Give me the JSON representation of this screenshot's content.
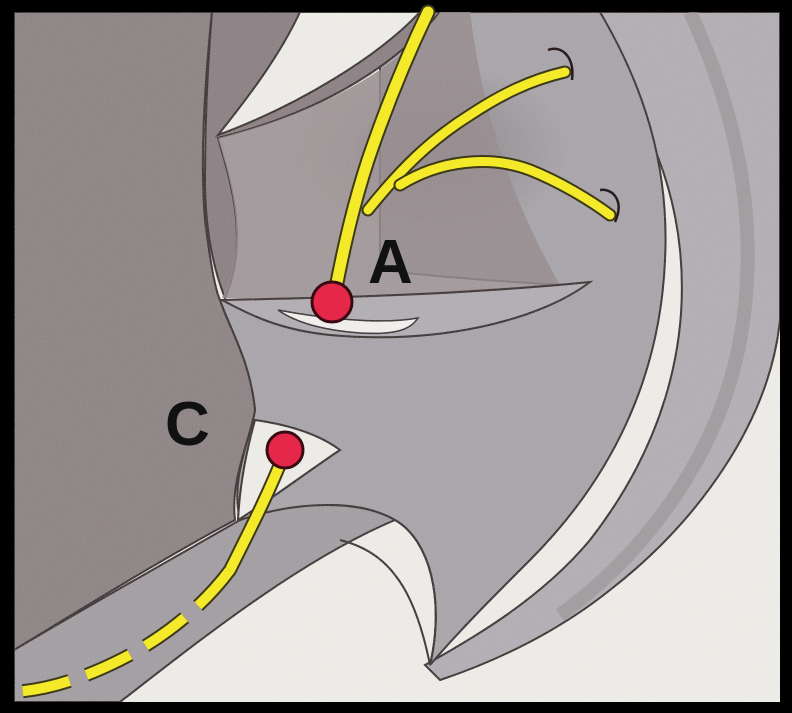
{
  "labels": {
    "a": "A",
    "c": "C"
  },
  "colors": {
    "frame": "#000000",
    "paper": "#f1efea",
    "dark_tissue": "#8c8283",
    "mid_tissue": "#a09a9d",
    "light_tissue": "#b8b5bb",
    "outline": "#2a1c1c",
    "nerve": "#f4ea2a",
    "nerve_outline": "#6b6a2e",
    "marker": "#e5284a",
    "marker_outline": "#3a0a12"
  },
  "icons": {
    "marker_a": "red-dot-marker",
    "marker_c": "red-dot-marker"
  }
}
